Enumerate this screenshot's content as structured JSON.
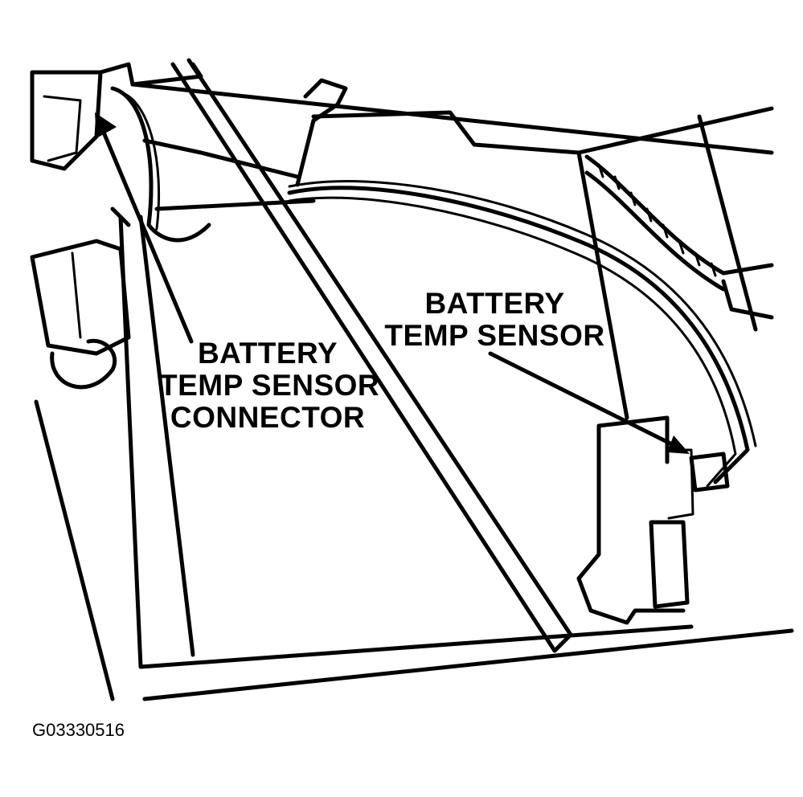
{
  "callouts": {
    "connector": [
      "BATTERY",
      "TEMP SENSOR",
      "CONNECTOR"
    ],
    "sensor": [
      "BATTERY",
      "TEMP SENSOR"
    ]
  },
  "figure_id": "G03330516"
}
